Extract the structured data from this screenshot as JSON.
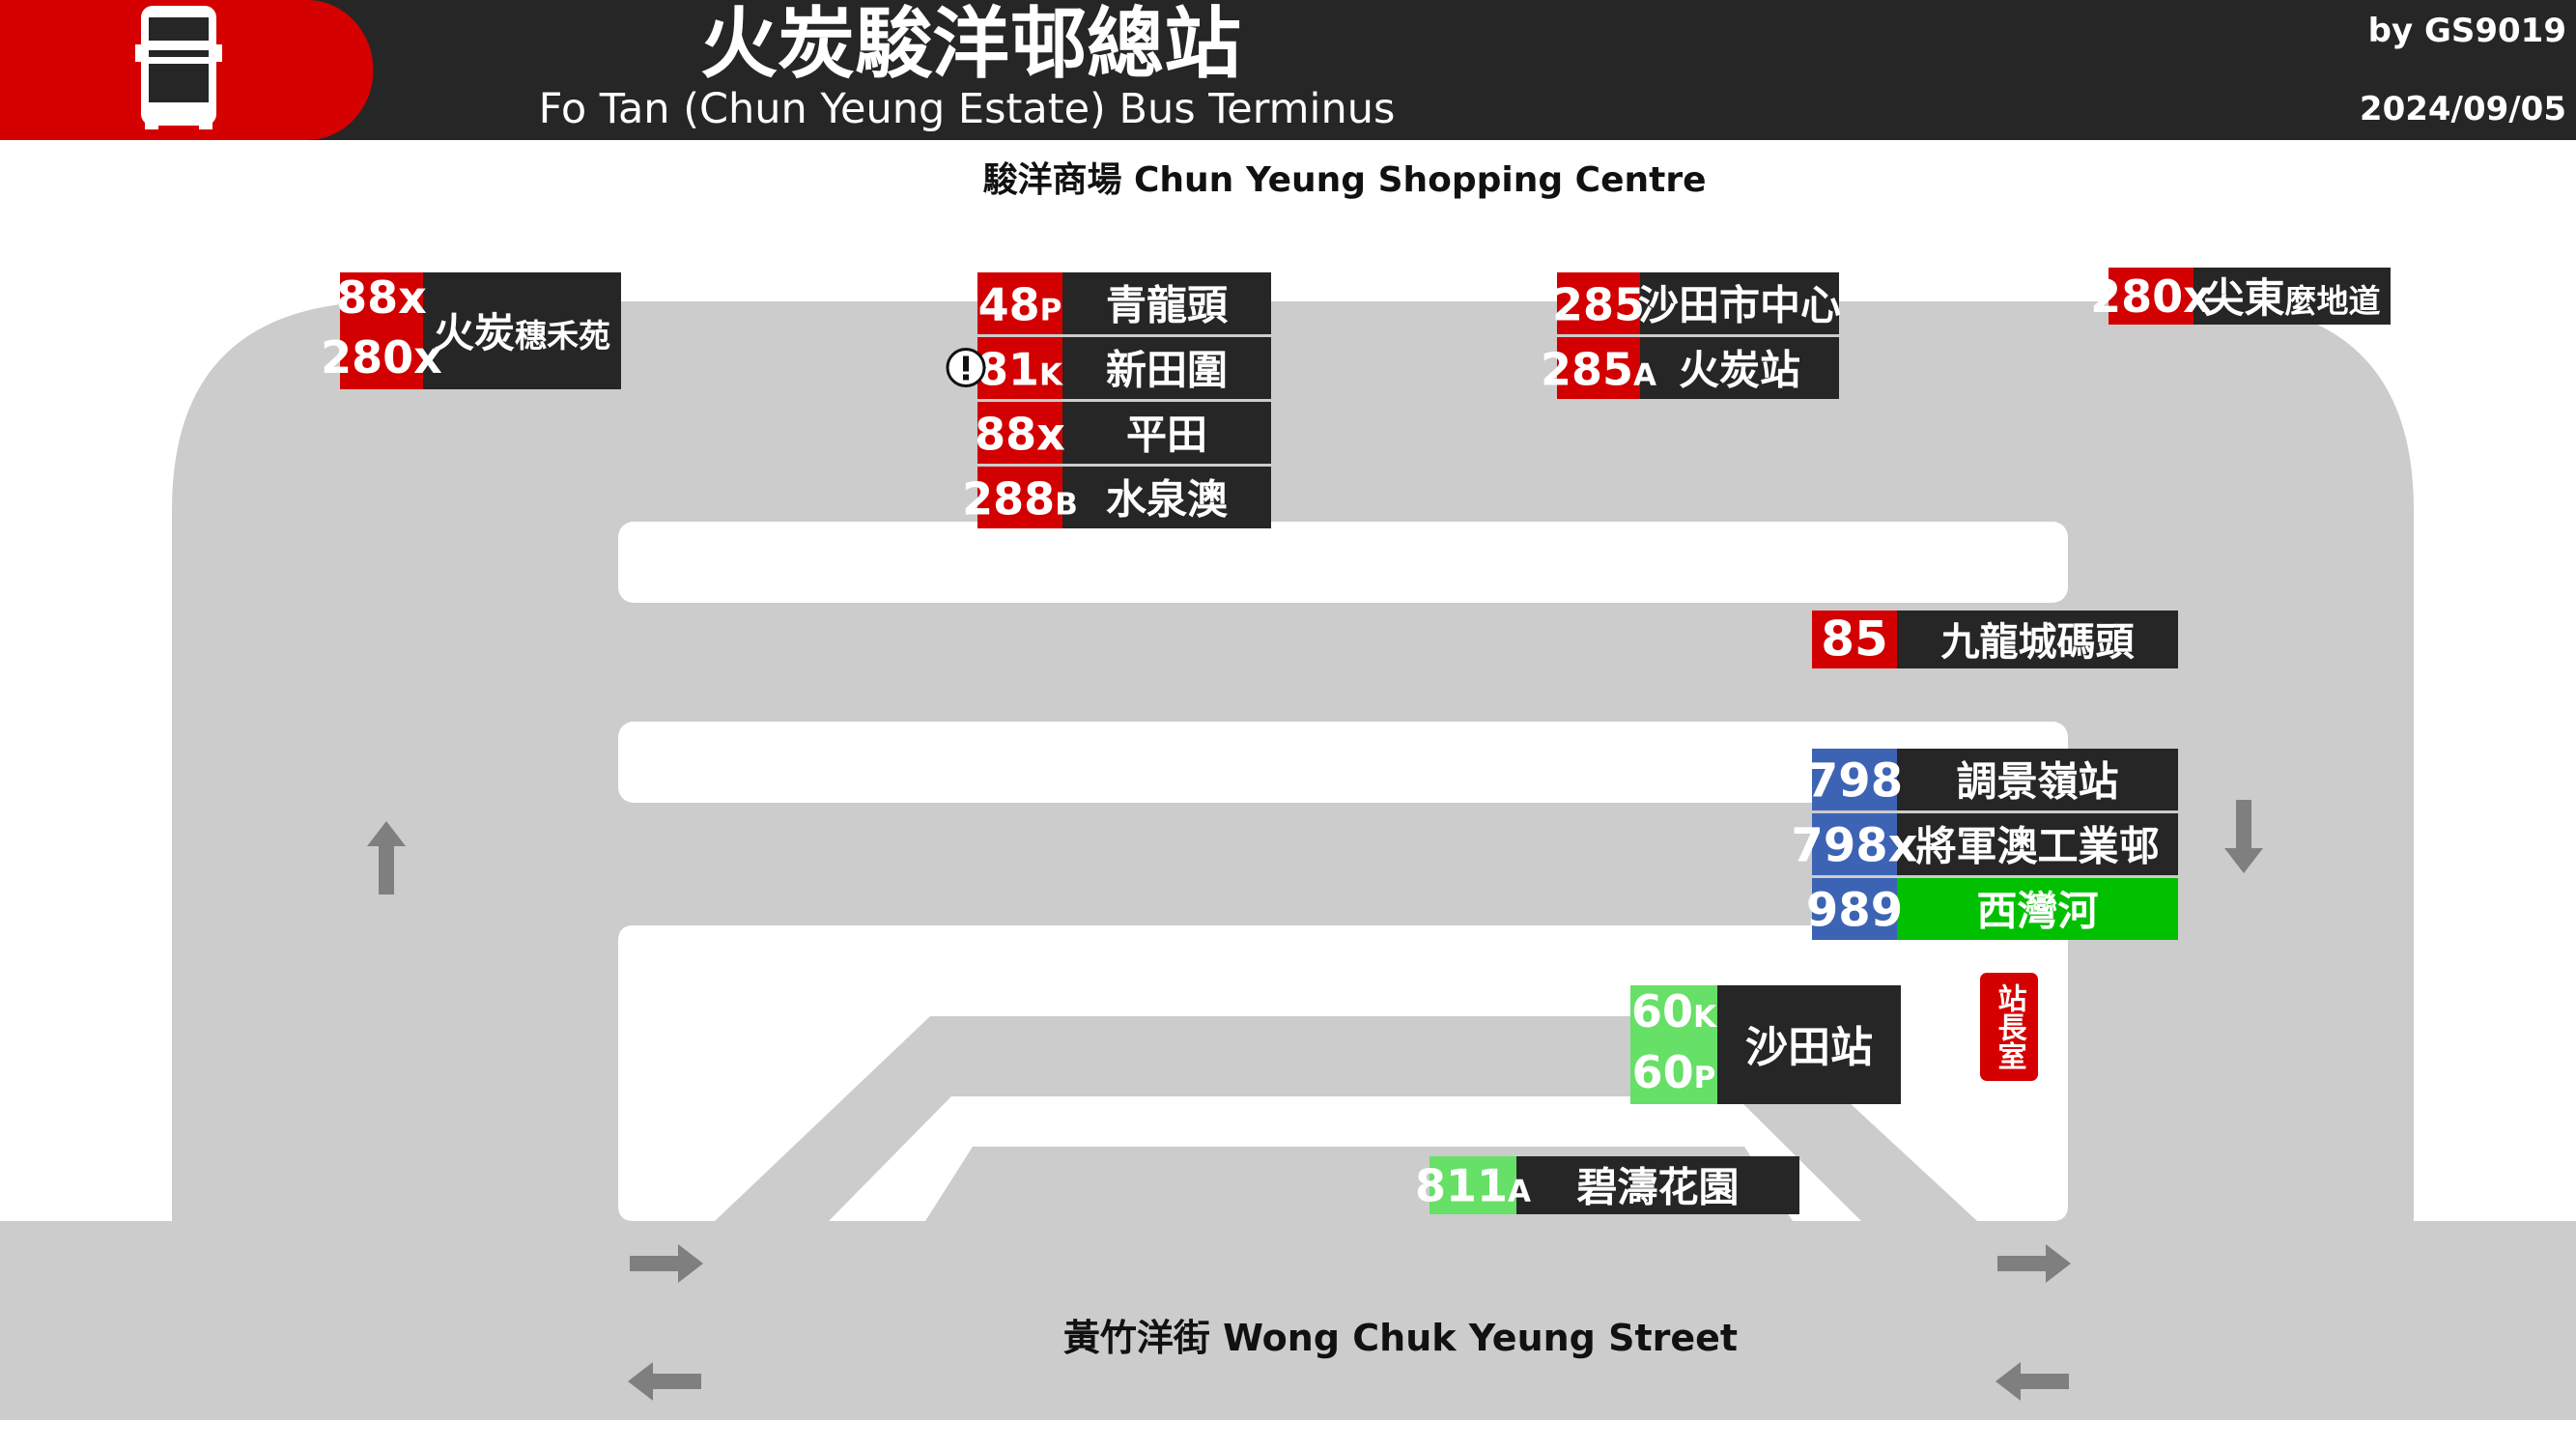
{
  "header": {
    "title_zh": "火炭駿洋邨總站",
    "title_en": "Fo Tan (Chun Yeung Estate) Bus Terminus",
    "author": "by GS9019",
    "date": "2024/09/05",
    "logo_icon": "double-decker-bus-icon"
  },
  "labels": {
    "shopping_centre": "駿洋商場 Chun Yeung Shopping Centre",
    "street": "黃竹洋街 Wong Chuk Yeung Street",
    "station_master": "站長室"
  },
  "colors": {
    "header_bg": "#262626",
    "brand_red": "#d50000",
    "kmb_red": "#d20000",
    "dest_black": "#262626",
    "road_gray": "#cccccc",
    "arrow_gray": "#7f7f7f",
    "route_blue": "#3d63b4",
    "route_green": "#00c000",
    "route_lightgreen": "#66e066"
  },
  "stops": [
    {
      "id": "stop-88x-280x",
      "rows": [
        {
          "route": "88x",
          "route_sfx": "",
          "route2": "280x",
          "route2_sfx": "",
          "dest": "火炭",
          "dest_small": "穗禾苑",
          "route_color": "#d20000",
          "dest_color": "#262626"
        }
      ]
    },
    {
      "id": "stop-north-mid",
      "warning_icon": "exclamation-icon",
      "rows": [
        {
          "route": "48",
          "route_sfx": "P",
          "dest": "青龍頭",
          "dest_small": "",
          "route_color": "#d20000",
          "dest_color": "#262626"
        },
        {
          "route": "81",
          "route_sfx": "K",
          "dest": "新田圍",
          "dest_small": "",
          "route_color": "#d20000",
          "dest_color": "#262626"
        },
        {
          "route": "88x",
          "route_sfx": "",
          "dest": "平田",
          "dest_small": "",
          "route_color": "#d20000",
          "dest_color": "#262626"
        },
        {
          "route": "288",
          "route_sfx": "B",
          "dest": "水泉澳",
          "dest_small": "",
          "route_color": "#d20000",
          "dest_color": "#262626"
        }
      ]
    },
    {
      "id": "stop-285",
      "rows": [
        {
          "route": "285",
          "route_sfx": "",
          "dest": "沙田市中心",
          "dest_small": "",
          "route_color": "#d20000",
          "dest_color": "#262626"
        },
        {
          "route": "285",
          "route_sfx": "A",
          "dest": "火炭站",
          "dest_small": "",
          "route_color": "#d20000",
          "dest_color": "#262626"
        }
      ]
    },
    {
      "id": "stop-280x-east",
      "rows": [
        {
          "route": "280x",
          "route_sfx": "",
          "dest": "尖東",
          "dest_small": "麼地道",
          "route_color": "#d20000",
          "dest_color": "#262626"
        }
      ]
    },
    {
      "id": "stop-85",
      "rows": [
        {
          "route": "85",
          "route_sfx": "",
          "dest": "九龍城碼頭",
          "dest_small": "",
          "route_color": "#d20000",
          "dest_color": "#262626"
        }
      ]
    },
    {
      "id": "stop-east-mid",
      "rows": [
        {
          "route": "798",
          "route_sfx": "",
          "dest": "調景嶺站",
          "dest_small": "",
          "route_color": "#3d63b4",
          "dest_color": "#262626"
        },
        {
          "route": "798x",
          "route_sfx": "",
          "dest": "將軍澳工業邨",
          "dest_small": "",
          "route_color": "#3d63b4",
          "dest_color": "#262626"
        },
        {
          "route": "989",
          "route_sfx": "",
          "dest": "西灣河",
          "dest_small": "",
          "route_color": "#3d63b4",
          "dest_color": "#00c000"
        }
      ]
    },
    {
      "id": "stop-60",
      "rows": [
        {
          "route": "60",
          "route_sfx": "K",
          "route2": "60",
          "route2_sfx": "P",
          "dest": "沙田站",
          "dest_small": "",
          "route_color": "#66e066",
          "dest_color": "#262626"
        }
      ]
    },
    {
      "id": "stop-811a",
      "rows": [
        {
          "route": "811",
          "route_sfx": "A",
          "dest": "碧濤花園",
          "dest_small": "",
          "route_color": "#66e066",
          "dest_color": "#262626"
        }
      ]
    }
  ],
  "arrows": [
    {
      "name": "up-arrow-icon"
    },
    {
      "name": "down-arrow-icon"
    },
    {
      "name": "right-arrow-icon"
    },
    {
      "name": "left-arrow-icon"
    }
  ]
}
